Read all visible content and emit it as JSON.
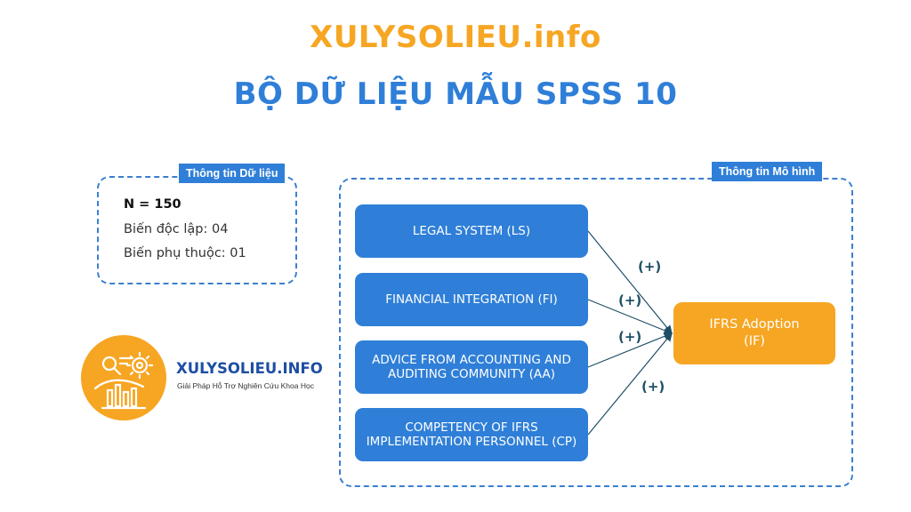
{
  "header": {
    "site_title": "XULYSOLIEU.info",
    "main_title": "BỘ DỮ LIỆU MẪU SPSS 10"
  },
  "data_info": {
    "tag": "Thông tin Dữ liệu",
    "sample_size": "N = 150",
    "independent": "Biến độc lập: 04",
    "dependent": "Biến phụ thuộc: 01"
  },
  "model": {
    "tag": "Thông tin Mô hình",
    "independent_vars": [
      {
        "label": "LEGAL SYSTEM (LS)",
        "sign": "(+)"
      },
      {
        "label": "FINANCIAL INTEGRATION (FI)",
        "sign": "(+)"
      },
      {
        "label": "ADVICE FROM ACCOUNTING AND AUDITING COMMUNITY (AA)",
        "sign": "(+)"
      },
      {
        "label": "COMPETENCY OF IFRS IMPLEMENTATION PERSONNEL (CP)",
        "sign": "(+)"
      }
    ],
    "dependent_var": {
      "line1": "IFRS Adoption",
      "line2": "(IF)"
    }
  },
  "logo": {
    "name": "XULYSOLIEU.INFO",
    "tagline": "Giải Pháp Hỗ Trợ Nghiên Cứu Khoa Học",
    "icon": "analytics-gear-chart-icon"
  },
  "colors": {
    "orange": "#f6a623",
    "blue": "#2f7fd8",
    "dark_blue": "#1d4ea3",
    "arrow": "#1f4f66"
  }
}
